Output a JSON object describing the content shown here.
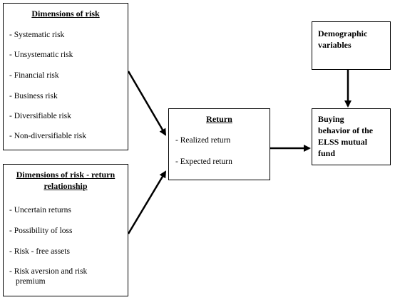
{
  "risk_dimensions": {
    "title": "Dimensions of risk",
    "items": [
      "- Systematic risk",
      "- Unsystematic risk",
      "- Financial risk",
      "- Business risk",
      "- Diversifiable  risk",
      "- Non-diversifiable risk"
    ]
  },
  "risk_return_relationship": {
    "title_line1": "Dimensions of risk - return",
    "title_line2": "relationship",
    "items": [
      "- Uncertain returns",
      "- Possibility  of loss",
      "- Risk  - free assets",
      "- Risk  aversion and risk"
    ],
    "item_continuation": "premium"
  },
  "return": {
    "title": "Return",
    "items": [
      "- Realized return",
      "- Expected return"
    ]
  },
  "demographic": {
    "title_line1": "Demographic",
    "title_line2": "variables"
  },
  "buying_behavior": {
    "title_line1": "Buying",
    "title_line2": "behavior of the",
    "title_line3": "ELSS mutual",
    "title_line4": "fund"
  }
}
